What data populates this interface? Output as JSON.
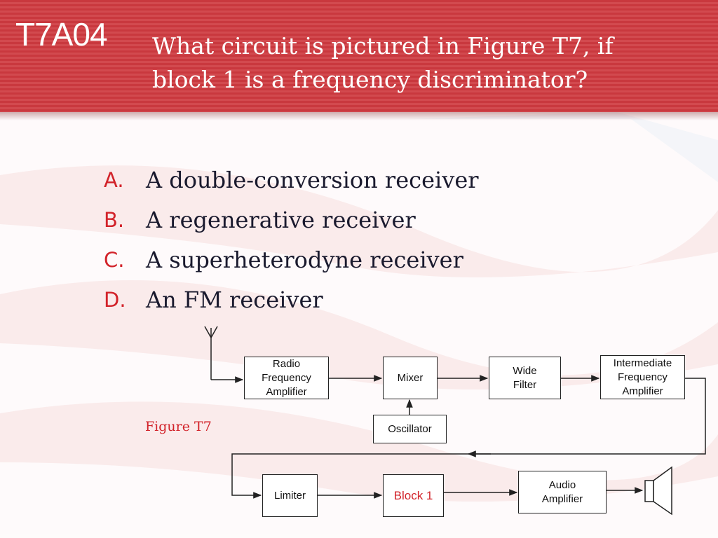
{
  "header": {
    "question_id": "T7A04",
    "question_line1": "What circuit is pictured in Figure T7, if",
    "question_line2": "block 1 is a frequency discriminator?"
  },
  "answers": [
    {
      "letter": "A.",
      "text": "A double-conversion receiver"
    },
    {
      "letter": "B.",
      "text": "A regenerative receiver"
    },
    {
      "letter": "C.",
      "text": "A superheterodyne receiver"
    },
    {
      "letter": "D.",
      "text": "An FM receiver"
    }
  ],
  "figure": {
    "label": "Figure T7",
    "blocks": {
      "rf_amp": [
        "Radio",
        "Frequency",
        "Amplifier"
      ],
      "mixer": "Mixer",
      "wide_filter": [
        "Wide",
        "Filter"
      ],
      "if_amp": [
        "Intermediate",
        "Frequency",
        "Amplifier"
      ],
      "oscillator": "Oscillator",
      "limiter": "Limiter",
      "block1": "Block 1",
      "audio_amp": [
        "Audio",
        "Amplifier"
      ]
    }
  },
  "colors": {
    "header_red": "#c9383e",
    "accent_red": "#d2232a",
    "text_dark": "#1a1a2e"
  }
}
